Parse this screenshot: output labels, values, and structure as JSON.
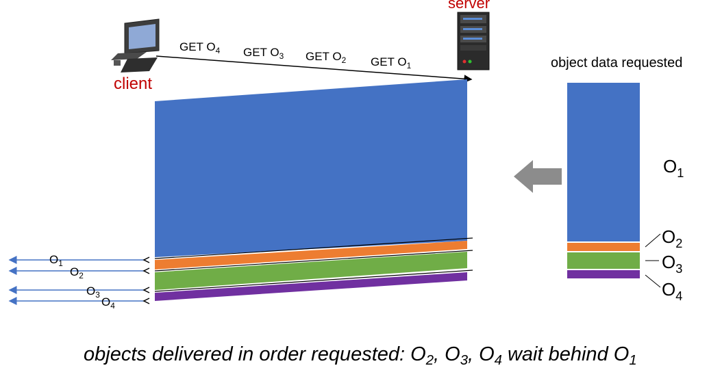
{
  "labels": {
    "server": "server",
    "client": "client",
    "object_data_requested": "object data requested"
  },
  "requests": [
    {
      "get": "GET O",
      "sub": "4"
    },
    {
      "get": "GET O",
      "sub": "3"
    },
    {
      "get": "GET O",
      "sub": "2"
    },
    {
      "get": "GET O",
      "sub": "1"
    }
  ],
  "stack": [
    {
      "name": "O",
      "sub": "1",
      "color": "#4472c4"
    },
    {
      "name": "O",
      "sub": "2",
      "color": "#ed7d31"
    },
    {
      "name": "O",
      "sub": "3",
      "color": "#70ad47"
    },
    {
      "name": "O",
      "sub": "4",
      "color": "#7030a0"
    }
  ],
  "delivered": [
    {
      "name": "O",
      "sub": "1"
    },
    {
      "name": "O",
      "sub": "2"
    },
    {
      "name": "O",
      "sub": "3"
    },
    {
      "name": "O",
      "sub": "4"
    }
  ],
  "caption": {
    "text1": "objects delivered in order requested: O",
    "s2": "2",
    "t2": ", O",
    "s3": "3",
    "t3": ", O",
    "s4": "4",
    "t4": " wait behind O",
    "s1": "1"
  },
  "colors": {
    "accent_blue": "#4472c4",
    "arrow_gray": "#8c8c8c",
    "label_red": "#c00000"
  }
}
